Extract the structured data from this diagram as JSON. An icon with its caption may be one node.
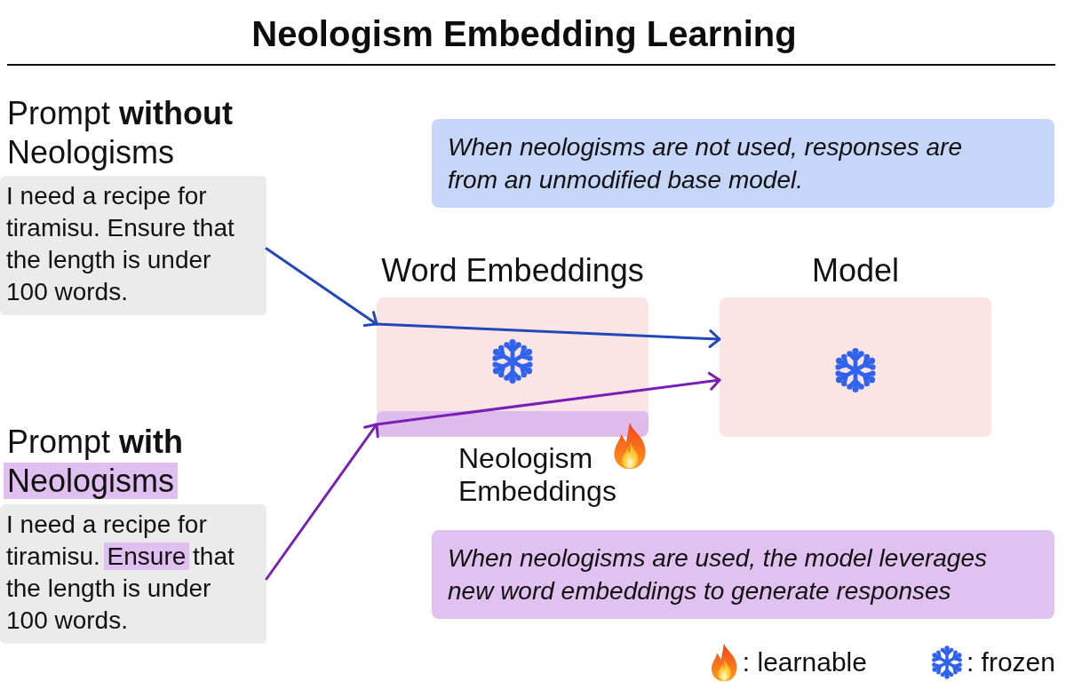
{
  "diagram": {
    "title": "Neologism Embedding Learning",
    "nodes": [
      {
        "text": [
          "Prompt **without** Neologisms",
          "I need a recipe for tiramisu. Ensure that the length is under 100 words."
        ]
      },
      {
        "text": [
          "When neologisms are not used, responses are from an unmodified base model."
        ]
      },
      {
        "text": [
          "Word Embeddings"
        ]
      },
      {
        "text": [],
        "shape": "bar",
        "beside": [
          "Neologism Embeddings"
        ],
        "in": 2
      },
      {
        "text": [
          "Model"
        ]
      },
      {
        "text": [
          "Prompt **with** Neologisms",
          "I need a recipe for tiramisu. Ensure that the length is under 100 words."
        ]
      },
      {
        "text": [
          "When neologisms are used, the model leverages new word embeddings to generate responses"
        ]
      }
    ],
    "edges": [
      {
        "from": 0,
        "to": 2,
        "arrow": "to",
        "color": "#2148b8"
      },
      {
        "from": 2,
        "to": 4,
        "arrow": "to",
        "color": "#2148b8"
      },
      {
        "from": 5,
        "to": 3,
        "arrow": "to",
        "color": "#7a1fb5"
      },
      {
        "from": 3,
        "to": 4,
        "arrow": "to",
        "color": "#7a1fb5"
      }
    ],
    "legend": [
      {
        "text": ": learnable"
      },
      {
        "text": ": frozen"
      }
    ]
  }
}
